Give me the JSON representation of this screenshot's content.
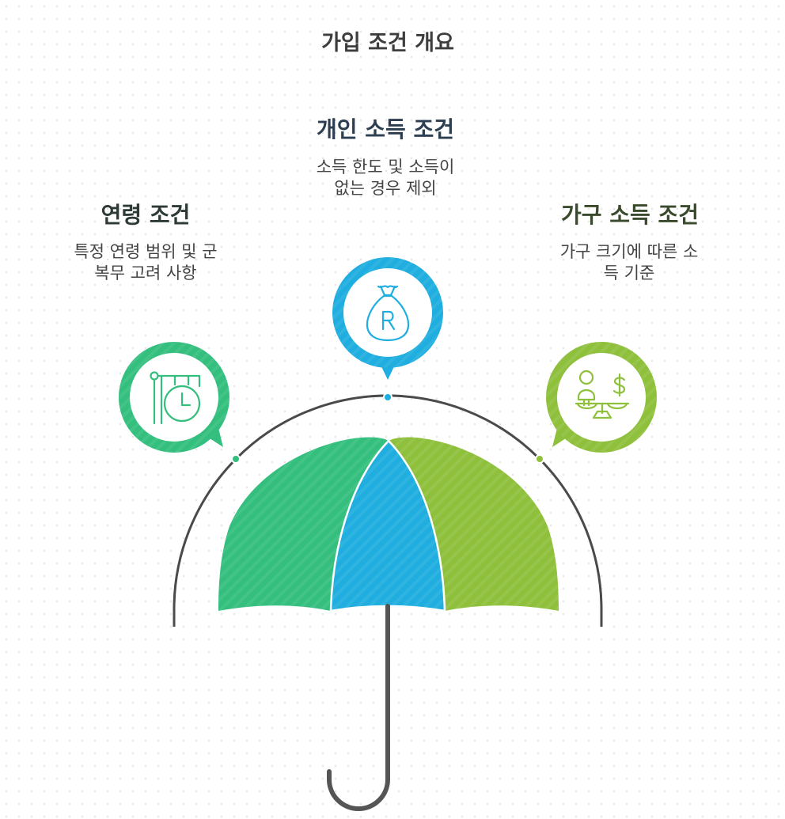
{
  "title": "가입 조건 개요",
  "sections": {
    "age": {
      "heading": "연령 조건",
      "description_line1": "특정 연령 범위 및 군",
      "description_line2": "복무 고려 사항",
      "color": "#34bf7e",
      "icon": "clock-signpost-icon"
    },
    "personal": {
      "heading": "개인 소득 조건",
      "description_line1": "소득 한도 및 소득이",
      "description_line2": "없는 경우 제외",
      "color": "#1faedf",
      "icon": "money-bag-icon"
    },
    "household": {
      "heading": "가구 소득 조건",
      "description_line1": "가구 크기에 따른 소",
      "description_line2": "득 기준",
      "color": "#8fc03c",
      "icon": "person-scale-icon"
    }
  },
  "colors": {
    "arc": "#4a4a4a",
    "handle": "#555555"
  }
}
